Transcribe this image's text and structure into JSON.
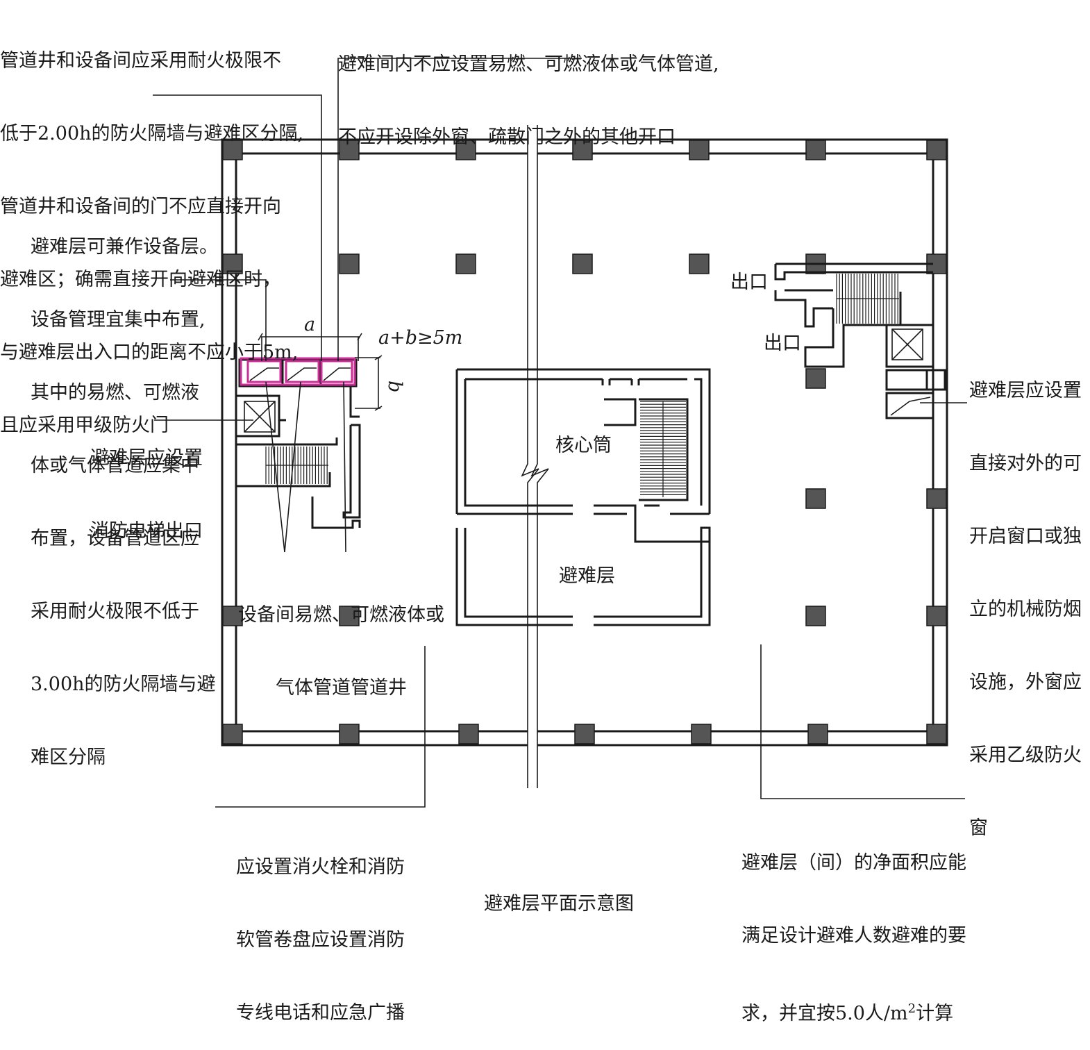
{
  "notes": {
    "shaft_wall": [
      "管道井和设备间应采用耐火极限不",
      "低于2.00h的防火隔墙与避难区分隔,",
      "管道井和设备间的门不应直接开向",
      "避难区；确需直接开向避难区时，",
      "与避难层出入口的距离不应小于5m,",
      "且应采用甲级防火门"
    ],
    "no_pipes": [
      "避难间内不应设置易燃、可燃液体或气体管道,",
      "不应开设除外窗、疏散门之外的其他开口"
    ],
    "equipment_floor": [
      "避难层可兼作设备层。",
      "设备管理宜集中布置,",
      "其中的易燃、可燃液",
      "体或气体管道应集中",
      "布置，设备管道区应",
      "采用耐火极限不低于",
      "3.00h的防火隔墙与避",
      "难区分隔"
    ],
    "fire_elevator": [
      "避难层应设置",
      "消防电梯出口"
    ],
    "window": [
      "避难层应设置",
      "直接对外的可",
      "开启窗口或独",
      "立的机械防烟",
      "设施，外窗应",
      "采用乙级防火",
      "窗"
    ],
    "pipe_well": [
      "设备间易燃、可燃液体或",
      "气体管道管道井"
    ],
    "hydrant": [
      "应设置消火栓和消防",
      "软管卷盘应设置消防",
      "专线电话和应急广播"
    ],
    "area_prefix": [
      "避难层（间）的净面积应能",
      "满足设计避难人数避难的要"
    ],
    "area_last_a": "求，并宜按5.0人/m",
    "area_sup": "2",
    "area_last_b": "计算"
  },
  "labels": {
    "exit_1": "出口",
    "exit_2": "出口",
    "core": "核心筒",
    "refuge": "避难层",
    "dim_a": "a",
    "dim_b": "b",
    "dim_rule": "a+b≥5m"
  },
  "caption": "避难层平面示意图",
  "colors": {
    "ink": "#1a1a1a",
    "column": "#555555",
    "highlight": "#cc2e97"
  }
}
